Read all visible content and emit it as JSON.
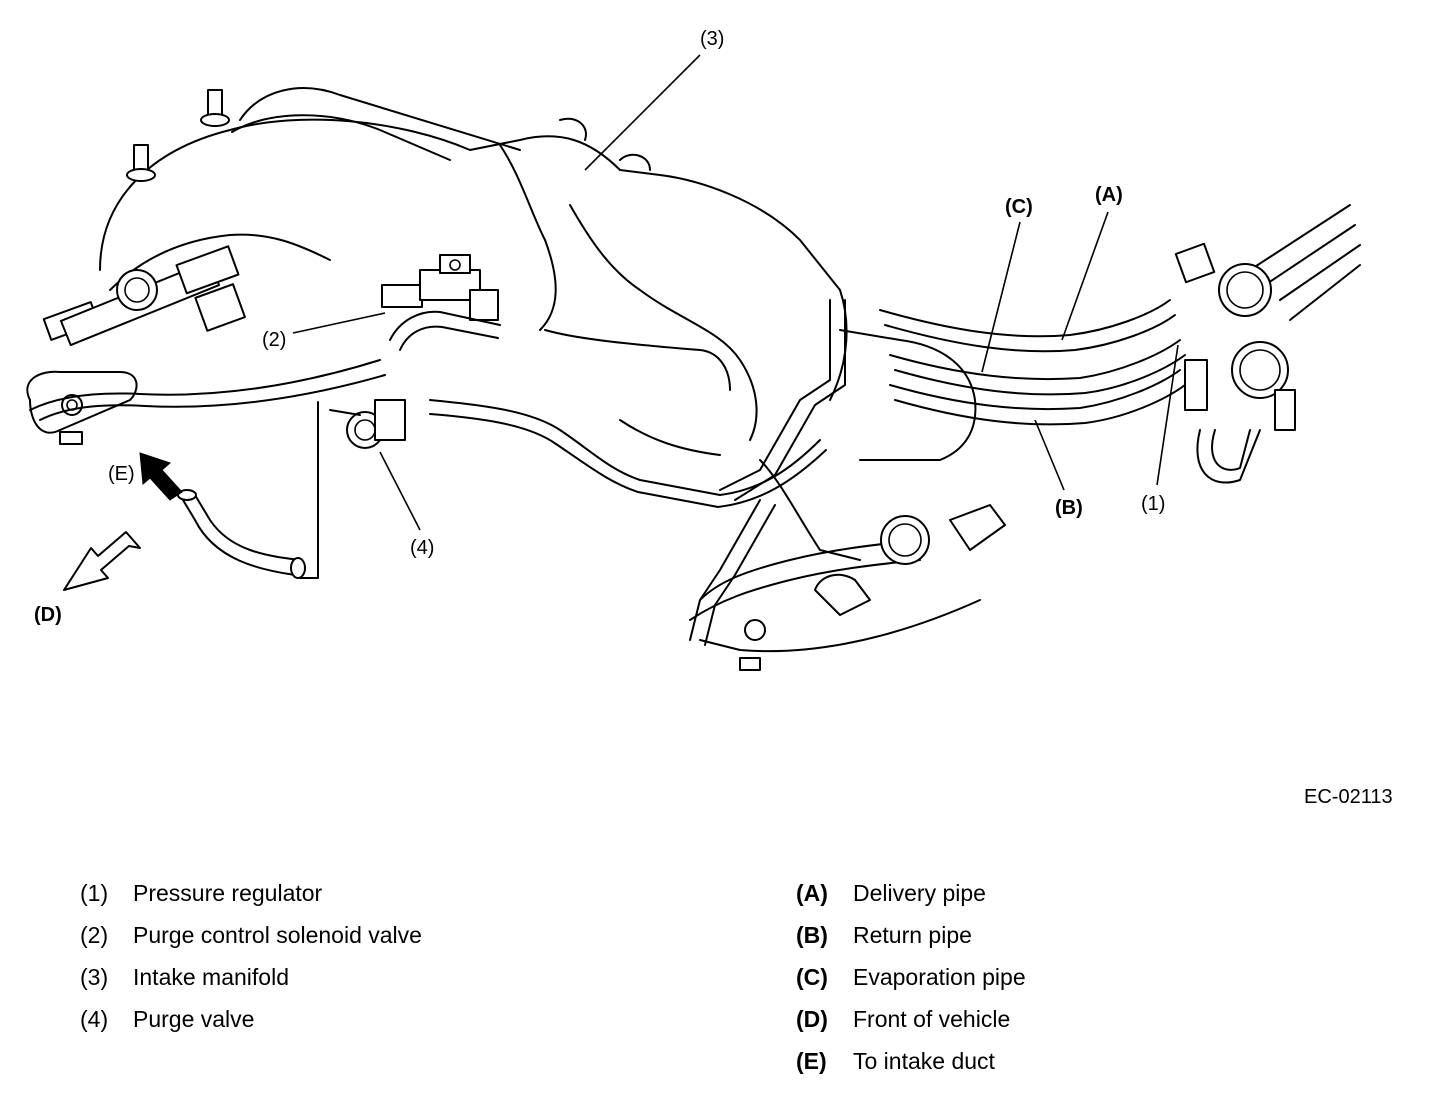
{
  "figure_id": "EC-02113",
  "callouts": {
    "c1": "(1)",
    "c2": "(2)",
    "c3": "(3)",
    "c4": "(4)",
    "cA": "(A)",
    "cB": "(B)",
    "cC": "(C)",
    "cD": "(D)",
    "cE": "(E)"
  },
  "legend_numbered": [
    {
      "code": "(1)",
      "label": "Pressure regulator"
    },
    {
      "code": "(2)",
      "label": "Purge control solenoid valve"
    },
    {
      "code": "(3)",
      "label": "Intake manifold"
    },
    {
      "code": "(4)",
      "label": "Purge valve"
    }
  ],
  "legend_lettered": [
    {
      "code": "(A)",
      "label": "Delivery pipe"
    },
    {
      "code": "(B)",
      "label": "Return pipe"
    },
    {
      "code": "(C)",
      "label": "Evaporation pipe"
    },
    {
      "code": "(D)",
      "label": "Front of vehicle"
    },
    {
      "code": "(E)",
      "label": "To intake duct"
    }
  ]
}
